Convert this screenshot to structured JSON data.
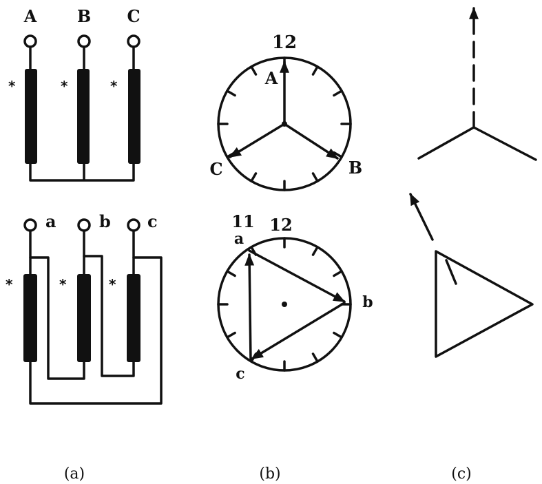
{
  "panel_a": {
    "hv_labels": [
      "A",
      "B",
      "C"
    ],
    "lv_labels": [
      "a",
      "b",
      "c"
    ],
    "polarity_mark": "*",
    "caption": "(a)"
  },
  "panel_b": {
    "top_clock": {
      "hour_label": "12",
      "phasor_labels": [
        "A",
        "B",
        "C"
      ]
    },
    "bottom_clock": {
      "hour_labels": [
        "11",
        "12"
      ],
      "phasor_labels": [
        "a",
        "b",
        "c"
      ]
    },
    "caption": "(b)"
  },
  "panel_c": {
    "caption": "(c)"
  }
}
